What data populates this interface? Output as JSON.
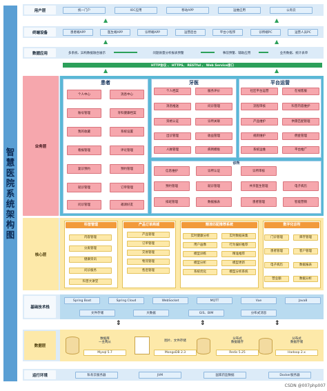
{
  "title": "智慧医院系统架构图",
  "layers": {
    "user": {
      "label": "用户层",
      "items": [
        "统一门户",
        "IOC应用",
        "移动APP",
        "运维应用",
        "公有云"
      ]
    },
    "terminal": {
      "label": "终端设备",
      "items": [
        "患者端APP",
        "医生端APP",
        "诊所端APP",
        "运营后台",
        "平台小程序",
        "诊所端PC",
        "运营人员PC"
      ]
    },
    "data_app": {
      "label": "数据应用",
      "flow": [
        "多系统、异构数据融合展示",
        "问题质量分析报表预警",
        "事前预警、辅助应用",
        "业务数据、统计表单"
      ]
    },
    "protocol": "HTTP协议 、 HTTPS、 RESTful 、 Web Service接口",
    "business": {
      "label": "业务层",
      "patient": {
        "title": "患者",
        "items": [
          "个人中心",
          "消息中心",
          "账号管理",
          "牙科健康档案",
          "我的收藏",
          "系统设置",
          "看报管理",
          "评论管理",
          "复诊预约",
          "预约管理",
          "就诊管理",
          "订单管理",
          "问诊管理",
          "邀请好友"
        ]
      },
      "dental": {
        "title": "牙医",
        "items": [
          "个人档案",
          "服务评价",
          "消息推送",
          "问诊管理",
          "资格认证",
          "诊所关联",
          "出诊管理",
          "收益管理",
          "人脉管理",
          "病例模板"
        ]
      },
      "platform": {
        "title": "平台运营",
        "items": [
          "社区平台运营",
          "在线客服",
          "流程审核",
          "科普内容维护",
          "产品维护",
          "供需匹配管理",
          "规则维护",
          "佣金管理",
          "系统运维",
          "平台推广"
        ]
      },
      "clinic": {
        "title": "诊所",
        "items": [
          "信息维护",
          "诊所认证",
          "诊所审核",
          "预约管理",
          "就诊管理",
          "共享医生管理",
          "电子病历",
          "排班管理",
          "数据报表",
          "患者管理",
          "智能营销"
        ]
      }
    },
    "core": {
      "label": "核心层",
      "groups": [
        {
          "title": "科普管理",
          "items": [
            "内容管理",
            "分类管理",
            "健康资讯",
            "问诊服务",
            "科普大讲堂"
          ]
        },
        {
          "title": "产品订单商城",
          "items": [
            "产品管理",
            "订单管理",
            "交易管理",
            "物流管理",
            "售后管理"
          ]
        },
        {
          "title": "精准匹配推荐系统",
          "items": [
            "实时健康分析",
            "实时数据采集",
            "用户画像",
            "行为偏好推荐",
            "模型训练",
            "精准推荐",
            "模型分析",
            "模型更新",
            "系统优化",
            "模型分析系统"
          ]
        },
        {
          "title": "数字化诊所",
          "items": [
            "门诊管理",
            "库存管理",
            "患者管理",
            "客户管理",
            "电子病历",
            "数据报表",
            "营业额",
            "数据分析"
          ]
        }
      ]
    },
    "base": {
      "label": "基础技术栈",
      "row1": [
        "Spring Boot",
        "Spring Cloud",
        "WebSocket",
        "MQTT",
        "Vue",
        "Java8"
      ],
      "row2": [
        "文件存储",
        "大数据",
        "GIS、BIM",
        "分布式消息"
      ]
    },
    "data": {
      "label": "数据层",
      "stores": [
        {
          "top": "数据库\n一主两从",
          "name": "Mysql 5.7"
        },
        {
          "top": "图片、文件存储",
          "name": "MongoDB 2.3"
        },
        {
          "top": "分布式\n数据缓存",
          "name": "Redis 5.25"
        },
        {
          "top": "分布式\n数据存储",
          "name": "Hadoop 2.x"
        }
      ]
    },
    "runtime": {
      "label": "运行环境",
      "items": [
        "私有云服务器",
        "JVM",
        "国家药监数据",
        "Docker服务器"
      ]
    }
  },
  "watermark": "CSDN @007php007",
  "colors": {
    "blue": "#5a9fd4",
    "pink": "#f6a7ad",
    "orange": "#f29a3a",
    "green": "#2ca05a",
    "light": "#e3f0fb"
  }
}
